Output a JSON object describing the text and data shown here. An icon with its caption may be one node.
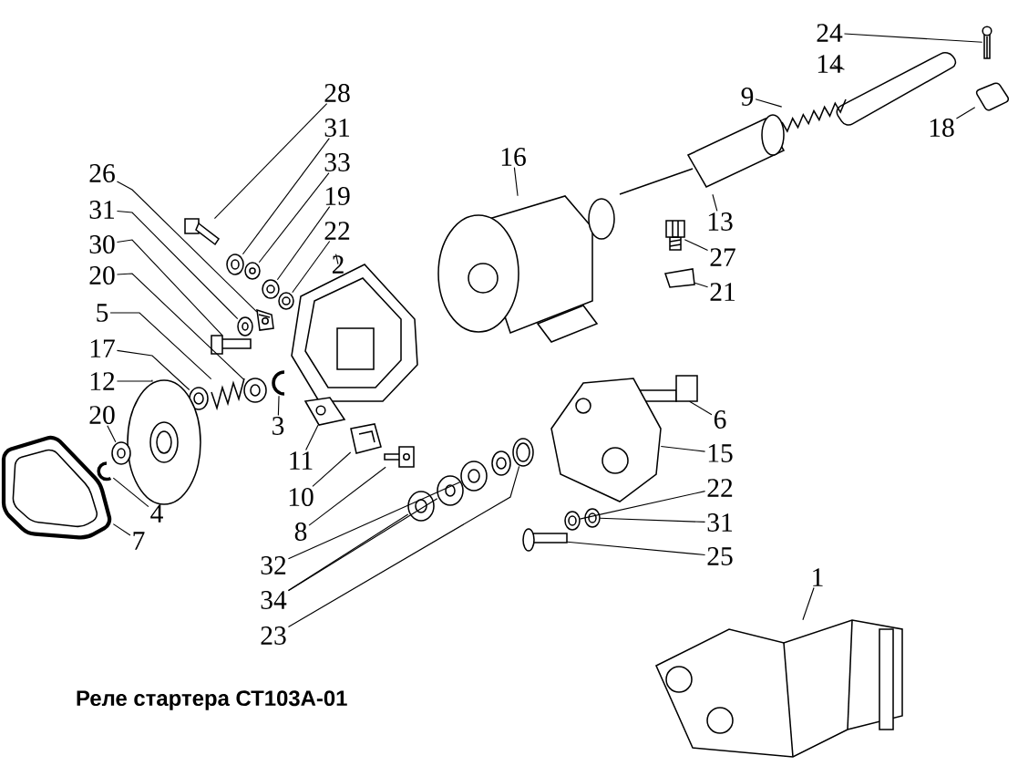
{
  "diagram": {
    "title": "Реле стартера СТ103А-01",
    "nodes": [
      {
        "text": [
          "24"
        ]
      },
      {
        "text": [
          "14"
        ]
      },
      {
        "text": [
          "28"
        ]
      },
      {
        "text": [
          "9"
        ]
      },
      {
        "text": [
          "18"
        ]
      },
      {
        "text": [
          "31"
        ]
      },
      {
        "text": [
          "16"
        ]
      },
      {
        "text": [
          "26"
        ]
      },
      {
        "text": [
          "33"
        ]
      },
      {
        "text": [
          "19"
        ]
      },
      {
        "text": [
          "31"
        ]
      },
      {
        "text": [
          "22"
        ]
      },
      {
        "text": [
          "13"
        ]
      },
      {
        "text": [
          "30"
        ]
      },
      {
        "text": [
          "20"
        ]
      },
      {
        "text": [
          "27"
        ]
      },
      {
        "text": [
          "2"
        ]
      },
      {
        "text": [
          "21"
        ]
      },
      {
        "text": [
          "5"
        ]
      },
      {
        "text": [
          "17"
        ]
      },
      {
        "text": [
          "12"
        ]
      },
      {
        "text": [
          "6"
        ]
      },
      {
        "text": [
          "20"
        ]
      },
      {
        "text": [
          "3"
        ]
      },
      {
        "text": [
          "15"
        ]
      },
      {
        "text": [
          "11"
        ]
      },
      {
        "text": [
          "22"
        ]
      },
      {
        "text": [
          "10"
        ]
      },
      {
        "text": [
          "31"
        ]
      },
      {
        "text": [
          "4"
        ]
      },
      {
        "text": [
          "8"
        ]
      },
      {
        "text": [
          "7"
        ]
      },
      {
        "text": [
          "25"
        ]
      },
      {
        "text": [
          "32"
        ]
      },
      {
        "text": [
          "34"
        ]
      },
      {
        "text": [
          "1"
        ]
      },
      {
        "text": [
          "23"
        ]
      },
      {
        "text": [],
        "shape": "picture"
      },
      {
        "text": [],
        "shape": "picture"
      },
      {
        "text": [],
        "shape": "picture"
      },
      {
        "text": [],
        "shape": "picture"
      },
      {
        "text": [],
        "shape": "picture"
      },
      {
        "text": [],
        "shape": "picture"
      },
      {
        "text": [],
        "shape": "picture"
      },
      {
        "text": [],
        "shape": "picture"
      },
      {
        "text": [],
        "shape": "picture"
      },
      {
        "text": [],
        "shape": "picture"
      },
      {
        "text": [],
        "shape": "picture"
      },
      {
        "text": [],
        "shape": "picture"
      },
      {
        "text": [],
        "shape": "picture"
      },
      {
        "text": [],
        "shape": "picture"
      },
      {
        "text": [],
        "shape": "picture"
      },
      {
        "text": [],
        "shape": "picture"
      },
      {
        "text": [],
        "shape": "picture"
      },
      {
        "text": [],
        "shape": "picture"
      },
      {
        "text": [],
        "shape": "picture"
      },
      {
        "text": [],
        "shape": "picture"
      },
      {
        "text": [],
        "shape": "picture"
      },
      {
        "text": [],
        "shape": "picture"
      },
      {
        "text": [],
        "shape": "picture"
      },
      {
        "text": [],
        "shape": "picture"
      },
      {
        "text": [],
        "shape": "picture"
      },
      {
        "text": [],
        "shape": "picture"
      },
      {
        "text": [],
        "shape": "picture"
      },
      {
        "text": [],
        "shape": "picture"
      },
      {
        "text": [],
        "shape": "picture"
      },
      {
        "text": [],
        "shape": "picture"
      },
      {
        "text": [],
        "shape": "picture"
      },
      {
        "text": [],
        "shape": "picture"
      },
      {
        "text": [],
        "shape": "picture"
      },
      {
        "text": [],
        "shape": "picture"
      },
      {
        "text": [],
        "shape": "picture"
      },
      {
        "text": [],
        "shape": "picture"
      },
      {
        "text": [],
        "shape": "picture"
      },
      {
        "text": [],
        "shape": "picture"
      }
    ],
    "edges": [
      {
        "from": 0,
        "to": 37,
        "arrow": "none"
      },
      {
        "from": 1,
        "to": 38,
        "arrow": "none"
      },
      {
        "from": 2,
        "to": 39,
        "arrow": "none"
      },
      {
        "from": 3,
        "to": 40,
        "arrow": "none"
      },
      {
        "from": 4,
        "to": 41,
        "arrow": "none"
      },
      {
        "from": 5,
        "to": 42,
        "arrow": "none"
      },
      {
        "from": 6,
        "to": 43,
        "arrow": "none"
      },
      {
        "from": 7,
        "to": 44,
        "arrow": "none"
      },
      {
        "from": 8,
        "to": 45,
        "arrow": "none"
      },
      {
        "from": 9,
        "to": 46,
        "arrow": "none"
      },
      {
        "from": 10,
        "to": 47,
        "arrow": "none"
      },
      {
        "from": 11,
        "to": 48,
        "arrow": "none"
      },
      {
        "from": 12,
        "to": 49,
        "arrow": "none"
      },
      {
        "from": 13,
        "to": 50,
        "arrow": "none"
      },
      {
        "from": 14,
        "to": 51,
        "arrow": "none"
      },
      {
        "from": 15,
        "to": 52,
        "arrow": "none"
      },
      {
        "from": 16,
        "to": 53,
        "arrow": "none"
      },
      {
        "from": 17,
        "to": 54,
        "arrow": "none"
      },
      {
        "from": 18,
        "to": 55,
        "arrow": "none"
      },
      {
        "from": 19,
        "to": 56,
        "arrow": "none"
      },
      {
        "from": 20,
        "to": 57,
        "arrow": "none"
      },
      {
        "from": 21,
        "to": 58,
        "arrow": "none"
      },
      {
        "from": 22,
        "to": 59,
        "arrow": "none"
      },
      {
        "from": 23,
        "to": 60,
        "arrow": "none"
      },
      {
        "from": 24,
        "to": 61,
        "arrow": "none"
      },
      {
        "from": 25,
        "to": 62,
        "arrow": "none"
      },
      {
        "from": 26,
        "to": 63,
        "arrow": "none"
      },
      {
        "from": 27,
        "to": 64,
        "arrow": "none"
      },
      {
        "from": 28,
        "to": 65,
        "arrow": "none"
      },
      {
        "from": 29,
        "to": 66,
        "arrow": "none"
      },
      {
        "from": 30,
        "to": 67,
        "arrow": "none"
      },
      {
        "from": 31,
        "to": 68,
        "arrow": "none"
      },
      {
        "from": 32,
        "to": 69,
        "arrow": "none"
      },
      {
        "from": 33,
        "to": 70,
        "arrow": "none"
      },
      {
        "from": 34,
        "to": 71,
        "arrow": "none"
      },
      {
        "from": 34,
        "to": 72,
        "arrow": "none"
      },
      {
        "from": 35,
        "to": 73,
        "arrow": "none"
      },
      {
        "from": 36,
        "to": 74,
        "arrow": "none"
      }
    ]
  }
}
